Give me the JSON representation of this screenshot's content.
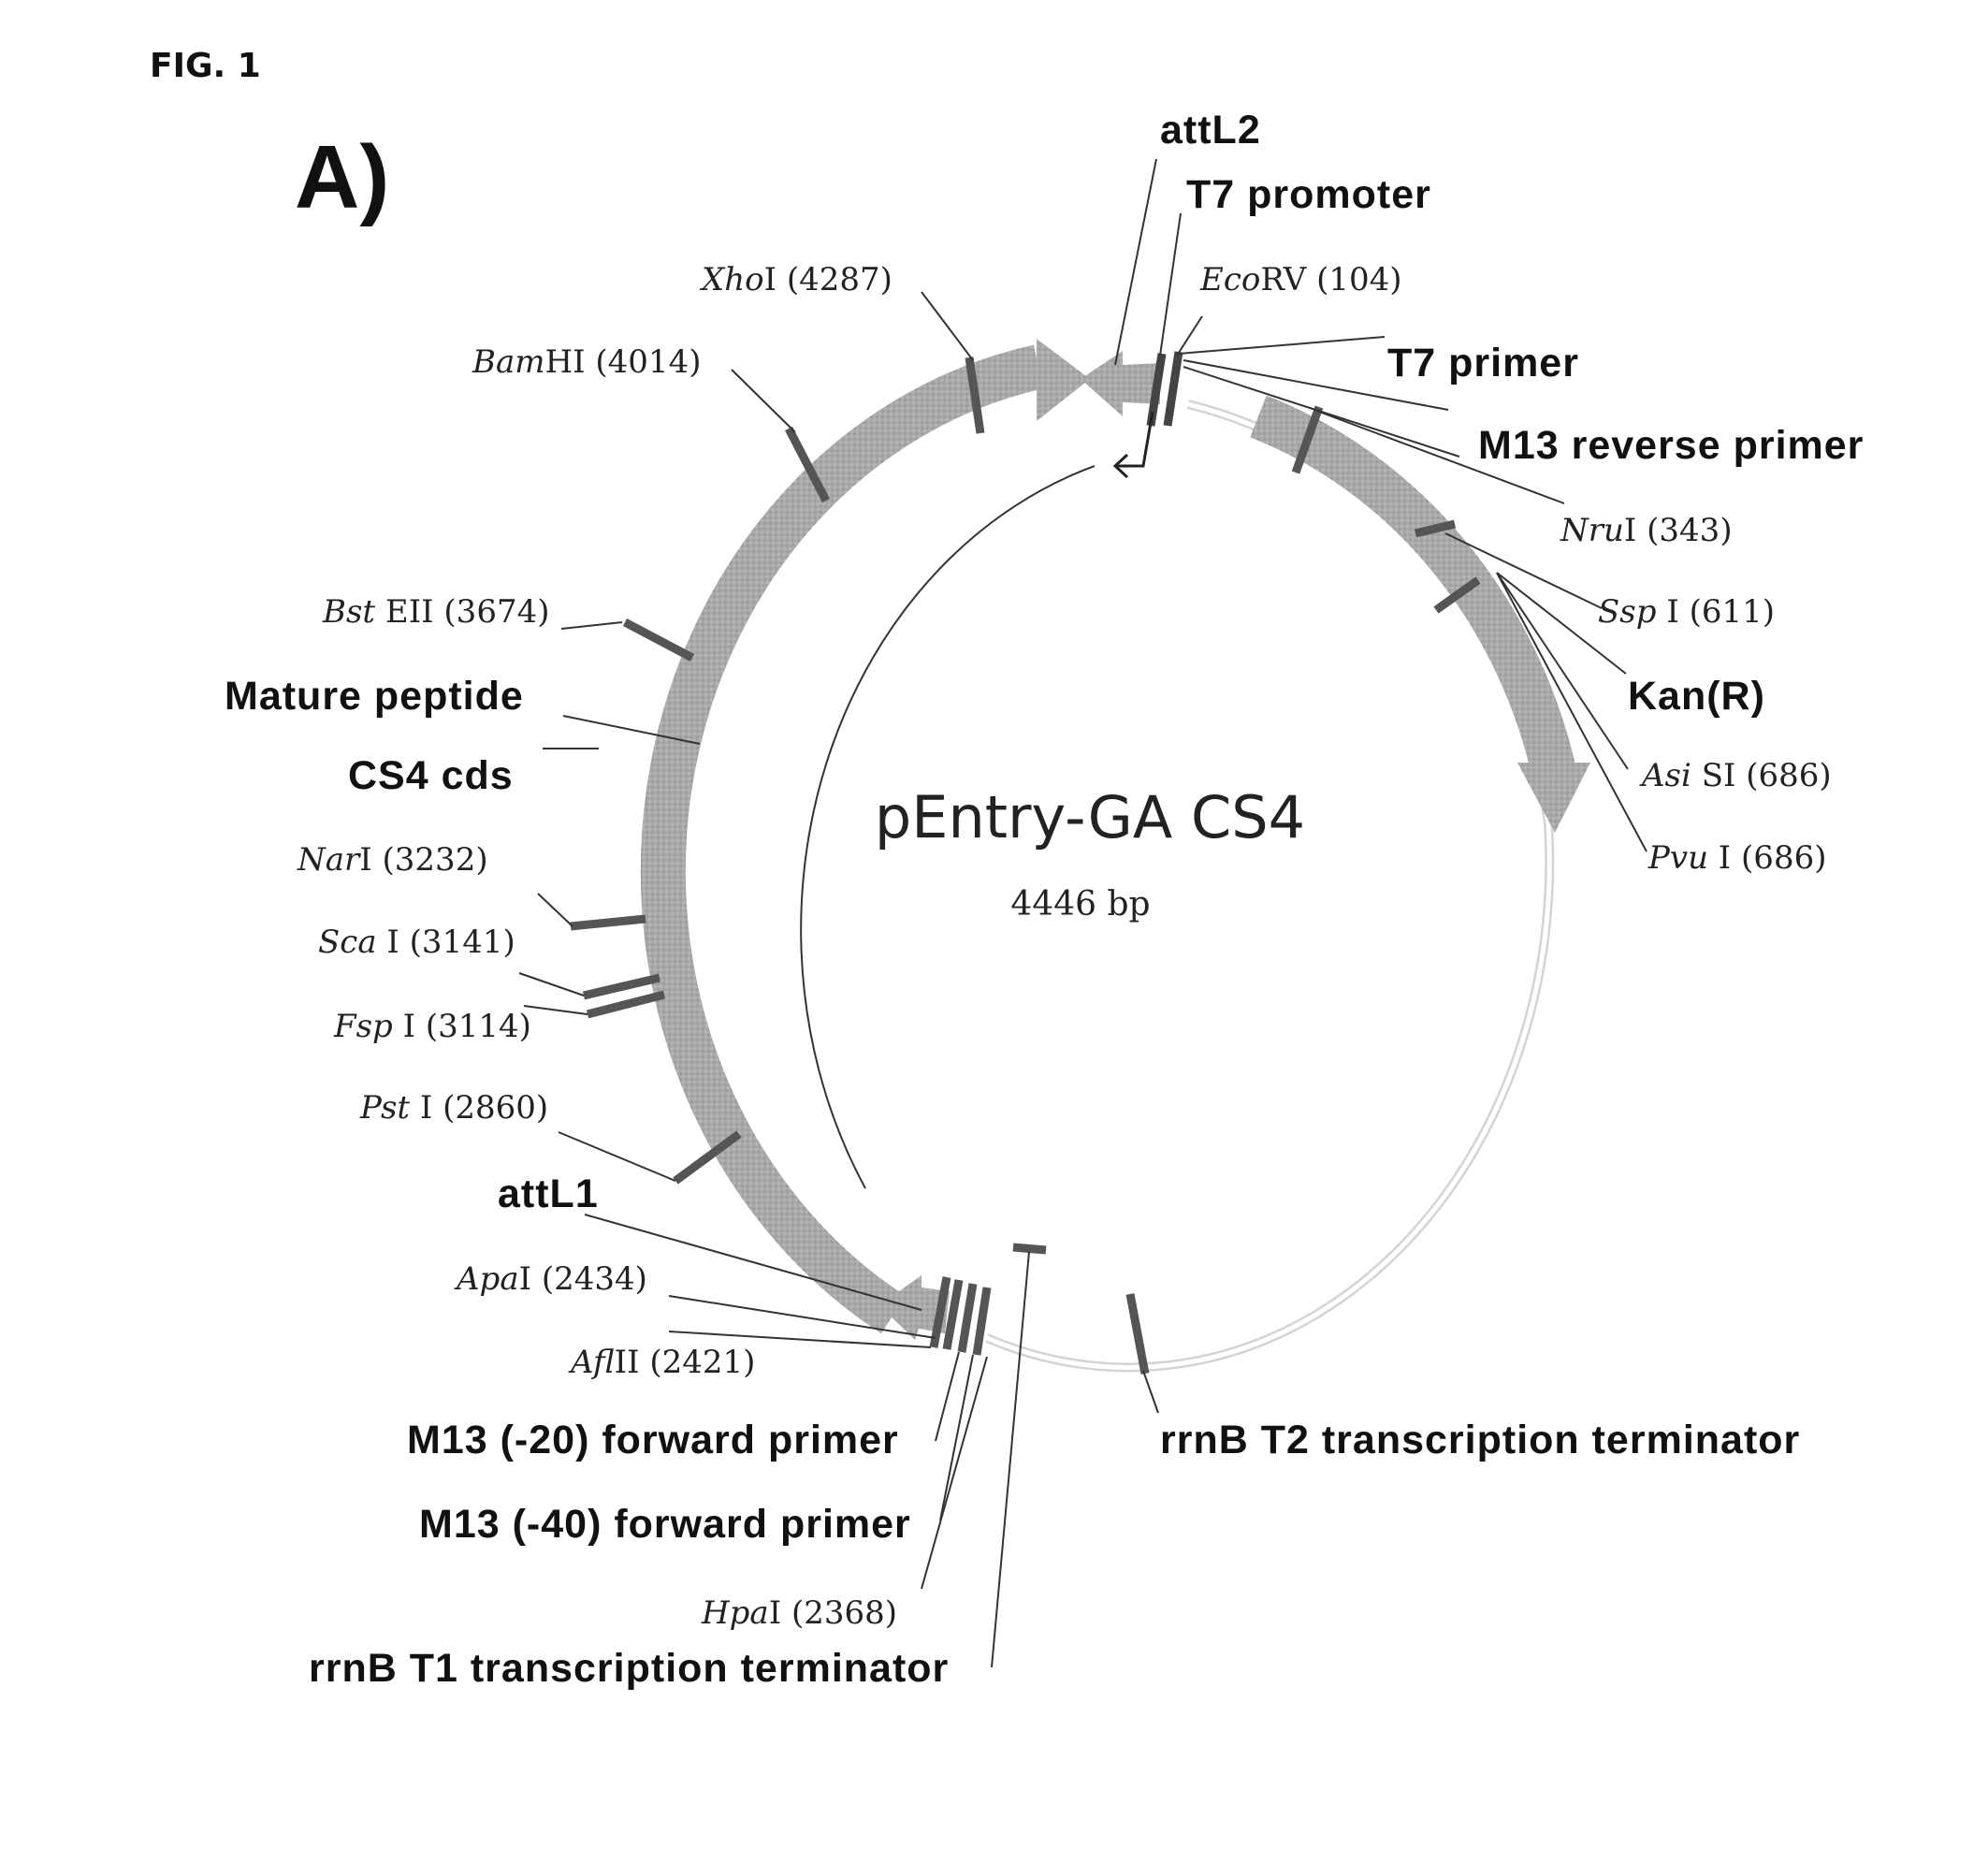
{
  "figure": {
    "fig_label": "FIG. 1",
    "panel_label": "A)"
  },
  "plasmid": {
    "name": "pEntry-GA CS4",
    "size": "4446 bp"
  },
  "features": [
    {
      "id": "attl2",
      "label": "attL2"
    },
    {
      "id": "t7-promoter",
      "label": "T7 promoter"
    },
    {
      "id": "t7-primer",
      "label": "T7 primer"
    },
    {
      "id": "m13-reverse",
      "label": "M13 reverse primer"
    },
    {
      "id": "kan-r",
      "label": "Kan(R)"
    },
    {
      "id": "mature-peptide",
      "label": "Mature peptide"
    },
    {
      "id": "cs4-cds",
      "label": "CS4 cds"
    },
    {
      "id": "attl1",
      "label": "attL1"
    },
    {
      "id": "m13-20-forward",
      "label": "M13 (-20) forward primer"
    },
    {
      "id": "m13-40-forward",
      "label": "M13 (-40) forward primer"
    },
    {
      "id": "rrnb-t1",
      "label": "rrnB T1 transcription terminator"
    },
    {
      "id": "rrnb-t2",
      "label": "rrnB T2 transcription terminator"
    }
  ],
  "sites": [
    {
      "id": "ecorv",
      "enzyme": "Eco",
      "suffix": "RV",
      "position": "(104)"
    },
    {
      "id": "xhoi",
      "enzyme": "Xho",
      "suffix": "I",
      "position": "(4287)"
    },
    {
      "id": "bamhi",
      "enzyme": "Bam",
      "suffix": "HI",
      "position": "(4014)"
    },
    {
      "id": "nrui",
      "enzyme": "Nru",
      "suffix": "I",
      "position": "(343)"
    },
    {
      "id": "sspi",
      "enzyme": "Ssp",
      "suffix": " I",
      "position": "(611)"
    },
    {
      "id": "asisi",
      "enzyme": "Asi",
      "suffix": " SI",
      "position": "(686)"
    },
    {
      "id": "puvi",
      "enzyme": "Pvu",
      "suffix": " I",
      "position": "(686)"
    },
    {
      "id": "bsteii",
      "enzyme": "Bst",
      "suffix": " EII",
      "position": "(3674)"
    },
    {
      "id": "nari",
      "enzyme": "Nar",
      "suffix": "I",
      "position": "(3232)"
    },
    {
      "id": "scai",
      "enzyme": "Sca",
      "suffix": " I",
      "position": "(3141)"
    },
    {
      "id": "fspi",
      "enzyme": "Fsp",
      "suffix": " I",
      "position": "(3114)"
    },
    {
      "id": "psti",
      "enzyme": "Pst",
      "suffix": " I",
      "position": "(2860)"
    },
    {
      "id": "apai",
      "enzyme": "Apa",
      "suffix": "I",
      "position": "(2434)"
    },
    {
      "id": "aflii",
      "enzyme": "Afl",
      "suffix": "II",
      "position": "(2421)"
    },
    {
      "id": "hpai",
      "enzyme": "Hpa",
      "suffix": "I",
      "position": "(2368)"
    }
  ],
  "colors": {
    "feature_arrow": "#a8a8a8",
    "backbone": "#cfcfcf",
    "text": "#111111"
  }
}
